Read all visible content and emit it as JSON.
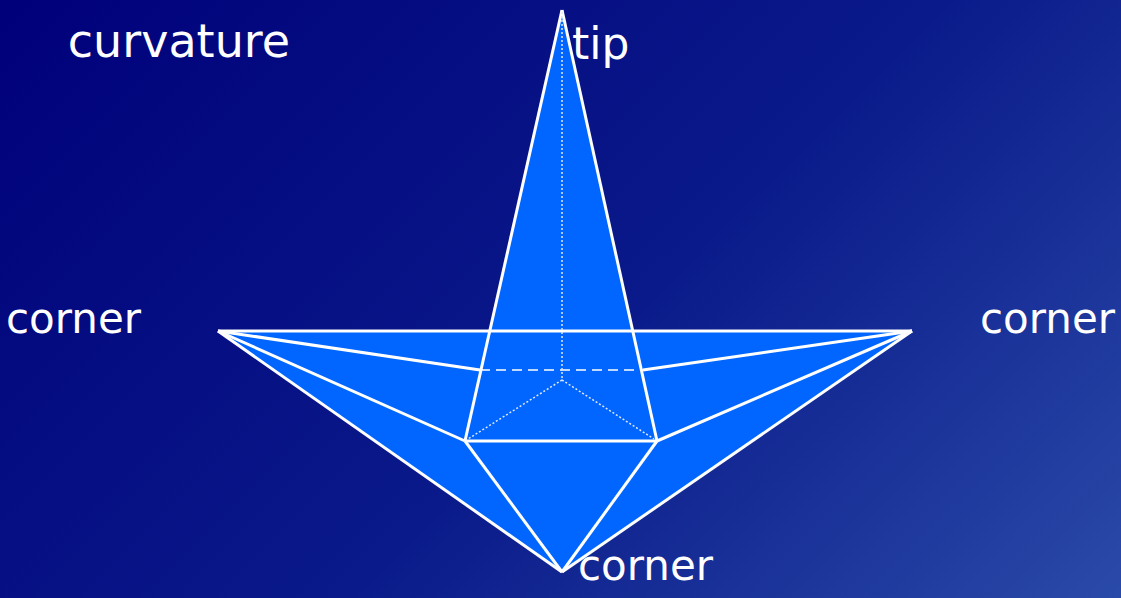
{
  "diagram": {
    "labels": [
      "curvature",
      "tip",
      "corner",
      "corner",
      "corner"
    ]
  }
}
